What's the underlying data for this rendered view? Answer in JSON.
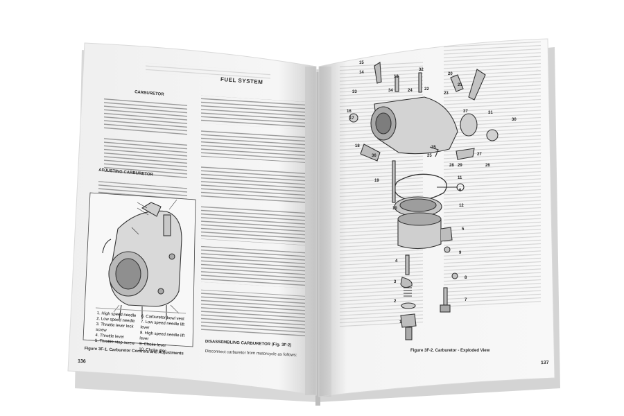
{
  "left_page": {
    "section_title": "FUEL SYSTEM",
    "heading_carburetor": "CARBURETOR",
    "heading_adjusting": "ADJUSTING CARBURETOR",
    "page_number": "136",
    "figure_caption": "Figure 3F-1. Carburetor Controls and Adjustments",
    "legend": [
      "1. High speed needle",
      "2. Low speed needle",
      "3. Throttle lever lock",
      "   screw",
      "4. Throttle lever",
      "5. Throttle stop screw",
      "6. Carburetor bowl vent",
      "7. Low speed needle lift",
      "   lever",
      "8. High speed needle lift",
      "   lever",
      "9. Choke lever",
      "10. Choke disc"
    ],
    "bottom_heading": "DISASSEMBLING CARBURETOR (Fig. 3F-2)",
    "bottom_line": "Disconnect carburetor from motorcycle as follows:"
  },
  "right_page": {
    "page_number": "137",
    "figure_caption": "Figure 3F-2. Carburetor - Exploded View",
    "part_numbers": [
      "1",
      "2",
      "3",
      "4",
      "5",
      "6",
      "7",
      "8",
      "9",
      "10",
      "11",
      "12",
      "13",
      "14",
      "15",
      "16",
      "17",
      "18",
      "19",
      "20",
      "21",
      "22",
      "23",
      "24",
      "25",
      "26",
      "27",
      "28",
      "29",
      "30",
      "31",
      "32",
      "33",
      "34",
      "35",
      "36",
      "37"
    ]
  },
  "colors": {
    "page": "#f6f6f6",
    "text": "#2a2a2a",
    "line_art": "#333333",
    "shadow": "#9a9a9a"
  }
}
